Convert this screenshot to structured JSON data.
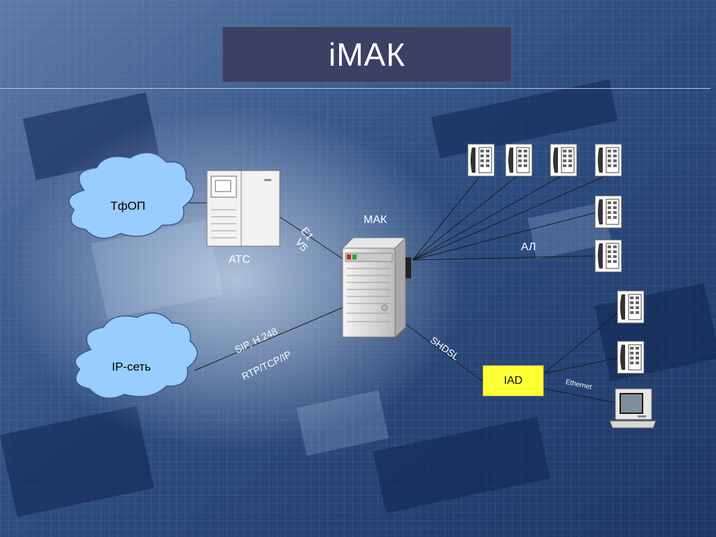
{
  "title": "iМАК",
  "nodes": {
    "pstn": "ТфОП",
    "ip_network": "IP-сеть",
    "ats": "АТС",
    "mak": "МАК",
    "al": "АЛ",
    "iad": "IAD"
  },
  "links": {
    "e1": "E1",
    "v5": "V5",
    "sip": "SIP, H.248",
    "rtp": "RTP/TCP/IP",
    "shdsl": "SHDSL",
    "ethernet": "Ethernet"
  },
  "colors": {
    "title_bg": "#3b4064",
    "cloud_fill": "#99ccff",
    "iad_fill": "#ffff33",
    "line": "#1a1a1a"
  },
  "phones_count_visible": 8,
  "icons": [
    "cloud-icon",
    "pbx-cabinet-icon",
    "server-icon",
    "phone-icon",
    "computer-icon"
  ]
}
